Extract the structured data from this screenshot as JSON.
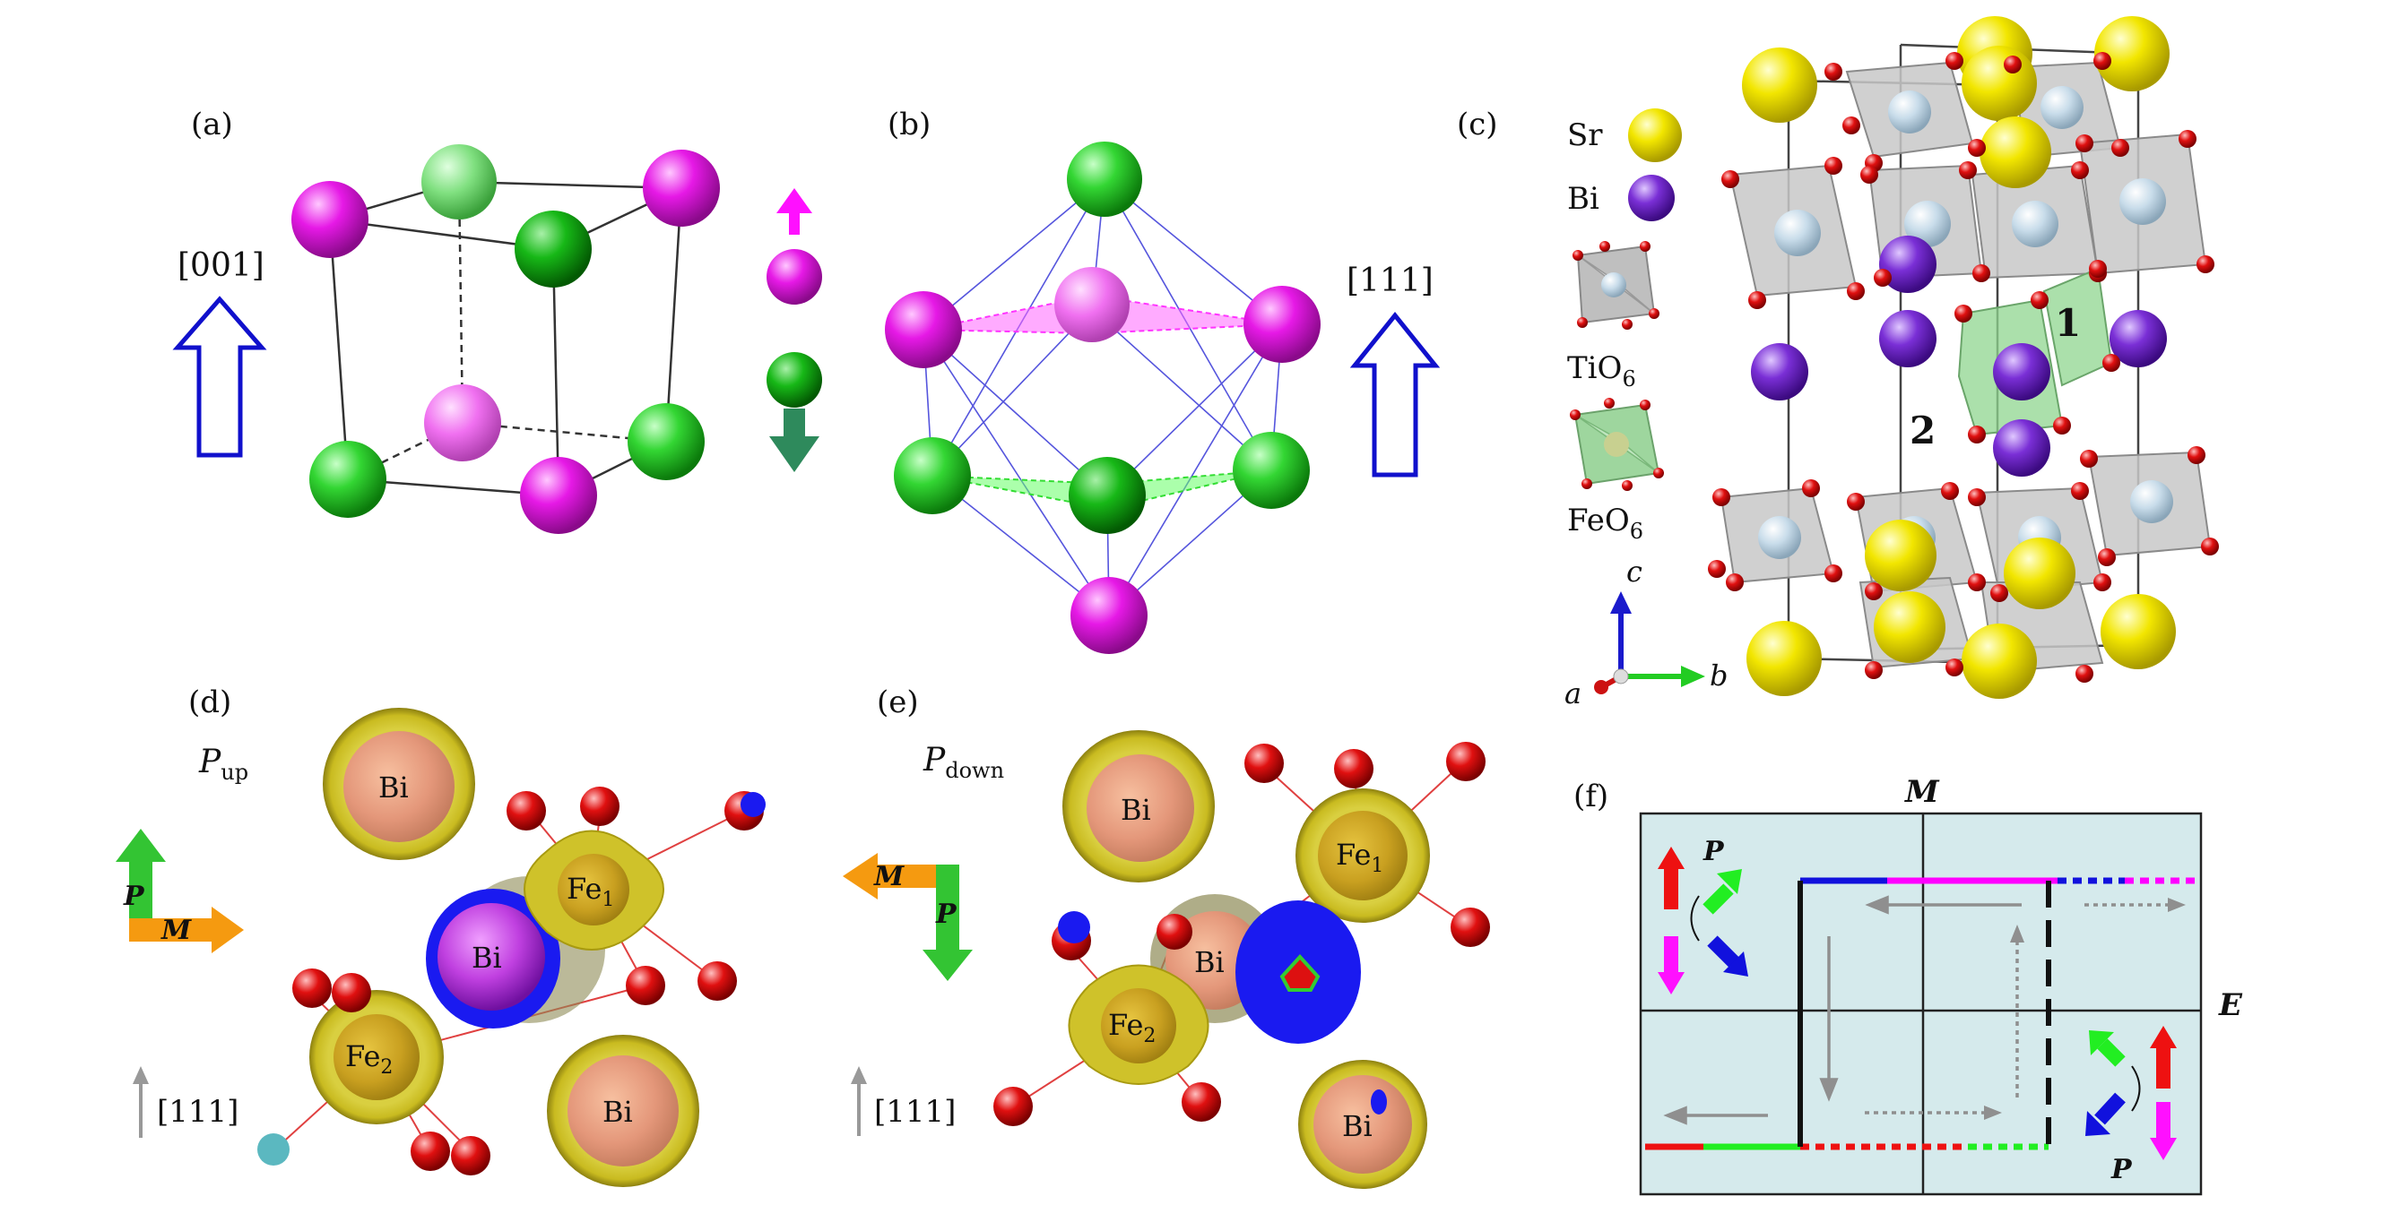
{
  "panels": {
    "a": {
      "label": "(a)",
      "direction_label": "[001]"
    },
    "b": {
      "label": "(b)",
      "direction_label": "[111]"
    },
    "c": {
      "label": "(c)",
      "legend": {
        "sr": "Sr",
        "bi": "Bi",
        "tio6_main": "TiO",
        "tio6_sub": "6",
        "feo6_main": "FeO",
        "feo6_sub": "6"
      },
      "site_labels": [
        "1",
        "2"
      ],
      "axes": {
        "a": "a",
        "b": "b",
        "c": "c"
      }
    },
    "d": {
      "label": "(d)",
      "state_main": "P",
      "state_sub": "up",
      "vector_p": "P",
      "vector_m": "M",
      "direction_label": "[111]",
      "atoms": {
        "bi_top": "Bi",
        "bi_center": "Bi",
        "bi_bottom": "Bi",
        "fe1_main": "Fe",
        "fe1_sub": "1",
        "fe2_main": "Fe",
        "fe2_sub": "2"
      }
    },
    "e": {
      "label": "(e)",
      "state_main": "P",
      "state_sub": "down",
      "vector_p": "P",
      "vector_m": "M",
      "direction_label": "[111]",
      "atoms": {
        "bi_top": "Bi",
        "bi_center": "Bi",
        "bi_bottom": "Bi",
        "fe1_main": "Fe",
        "fe1_sub": "1",
        "fe2_main": "Fe",
        "fe2_sub": "2"
      }
    },
    "f": {
      "label": "(f)",
      "axis_m": "M",
      "axis_e": "E",
      "vector_p_top": "P",
      "vector_p_bottom": "P"
    }
  },
  "colors": {
    "magenta_atom": "#e619e6",
    "green_atom": "#1fcc1f",
    "sr_yellow": "#f2e600",
    "bi_purple": "#7a2fd6",
    "oxygen_red": "#e01010",
    "arrow_blue": "#1010cc",
    "m_orange": "#f59a10",
    "p_green": "#33c433",
    "panel_f_bg": "#d5eaec",
    "hysteresis_red": "#ee1111",
    "hysteresis_green": "#22ee22",
    "hysteresis_blue": "#1111dd",
    "hysteresis_magenta": "#ff00ff"
  }
}
